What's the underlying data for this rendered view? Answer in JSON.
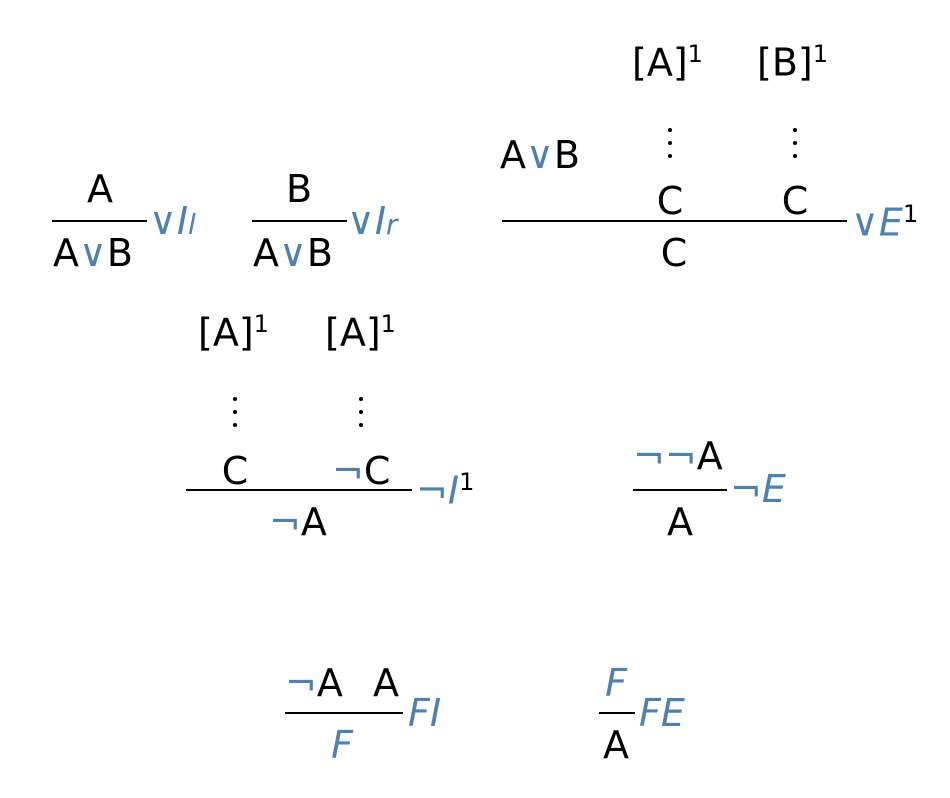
{
  "symbols": {
    "or": "∨",
    "not": "¬",
    "notnot": "¬¬",
    "falsum": "F"
  },
  "letters": {
    "a": "A",
    "b": "B",
    "c": "C"
  },
  "assumptions": {
    "a": "[A]",
    "b": "[B]",
    "index": "1"
  },
  "rules": {
    "or_intro_left": {
      "op": "∨",
      "name": "I",
      "sub": "l"
    },
    "or_intro_right": {
      "op": "∨",
      "name": "I",
      "sub": "r"
    },
    "or_elim": {
      "op": "∨",
      "name": "E",
      "index": "1"
    },
    "not_intro": {
      "op": "¬",
      "name": "I",
      "index": "1"
    },
    "not_elim": {
      "op": "¬",
      "name": "E"
    },
    "falsum_intro": {
      "name": "FI"
    },
    "falsum_elim": {
      "name": "FE"
    }
  },
  "colors": {
    "connective": "#4f81b0",
    "text": "#000000",
    "background": "#ffffff"
  }
}
